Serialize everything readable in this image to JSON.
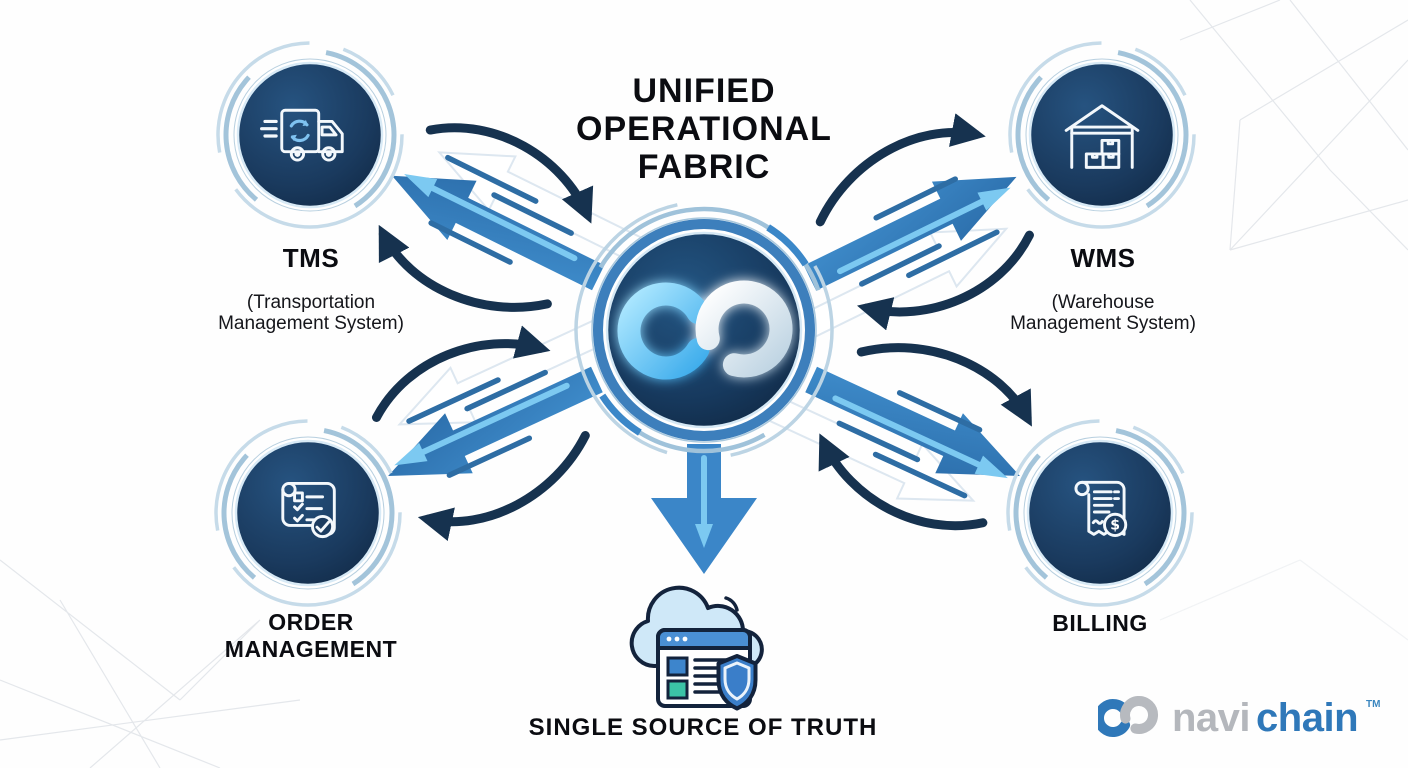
{
  "title": "UNIFIED\nOPERATIONAL\nFABRIC",
  "nodes": [
    {
      "id": "tms",
      "label": "TMS",
      "sublabel": "(Transportation\nManagement System)",
      "icon": "truck-sync-icon"
    },
    {
      "id": "wms",
      "label": "WMS",
      "sublabel": "(Warehouse\nManagement System)",
      "icon": "warehouse-icon"
    },
    {
      "id": "order",
      "label": "ORDER\nMANAGEMENT",
      "sublabel": "",
      "icon": "order-checklist-icon"
    },
    {
      "id": "billing",
      "label": "BILLING",
      "sublabel": "",
      "icon": "billing-invoice-icon",
      "glyph": "$"
    }
  ],
  "hub": {
    "icon": "infinity-link-icon"
  },
  "ssot": {
    "label": "SINGLE SOURCE OF TRUTH",
    "icon": "cloud-shield-icon"
  },
  "brand": {
    "name_left": "navi",
    "name_right": "chain",
    "tm": "TM",
    "icon": "navichain-mark-icon"
  },
  "colors": {
    "arrow_blue": "#3583c4",
    "arrow_cyan": "#7cc9f1",
    "arrow_navy": "#16324f",
    "node_fill": "#1b3a5c",
    "ring_light": "#c6dbe9",
    "ring_mid": "#a3c4da",
    "hub_ring": "#3d7fbc",
    "cloud_fill": "#cfe8f8",
    "window_header": "#4a8fd4",
    "teal_block": "#3bc3a6",
    "shield": "#3a7ec9",
    "outline_dark": "#13233c",
    "brand_gray": "#b4b7bc",
    "brand_blue": "#2f78b9",
    "text": "#0b0c11"
  }
}
